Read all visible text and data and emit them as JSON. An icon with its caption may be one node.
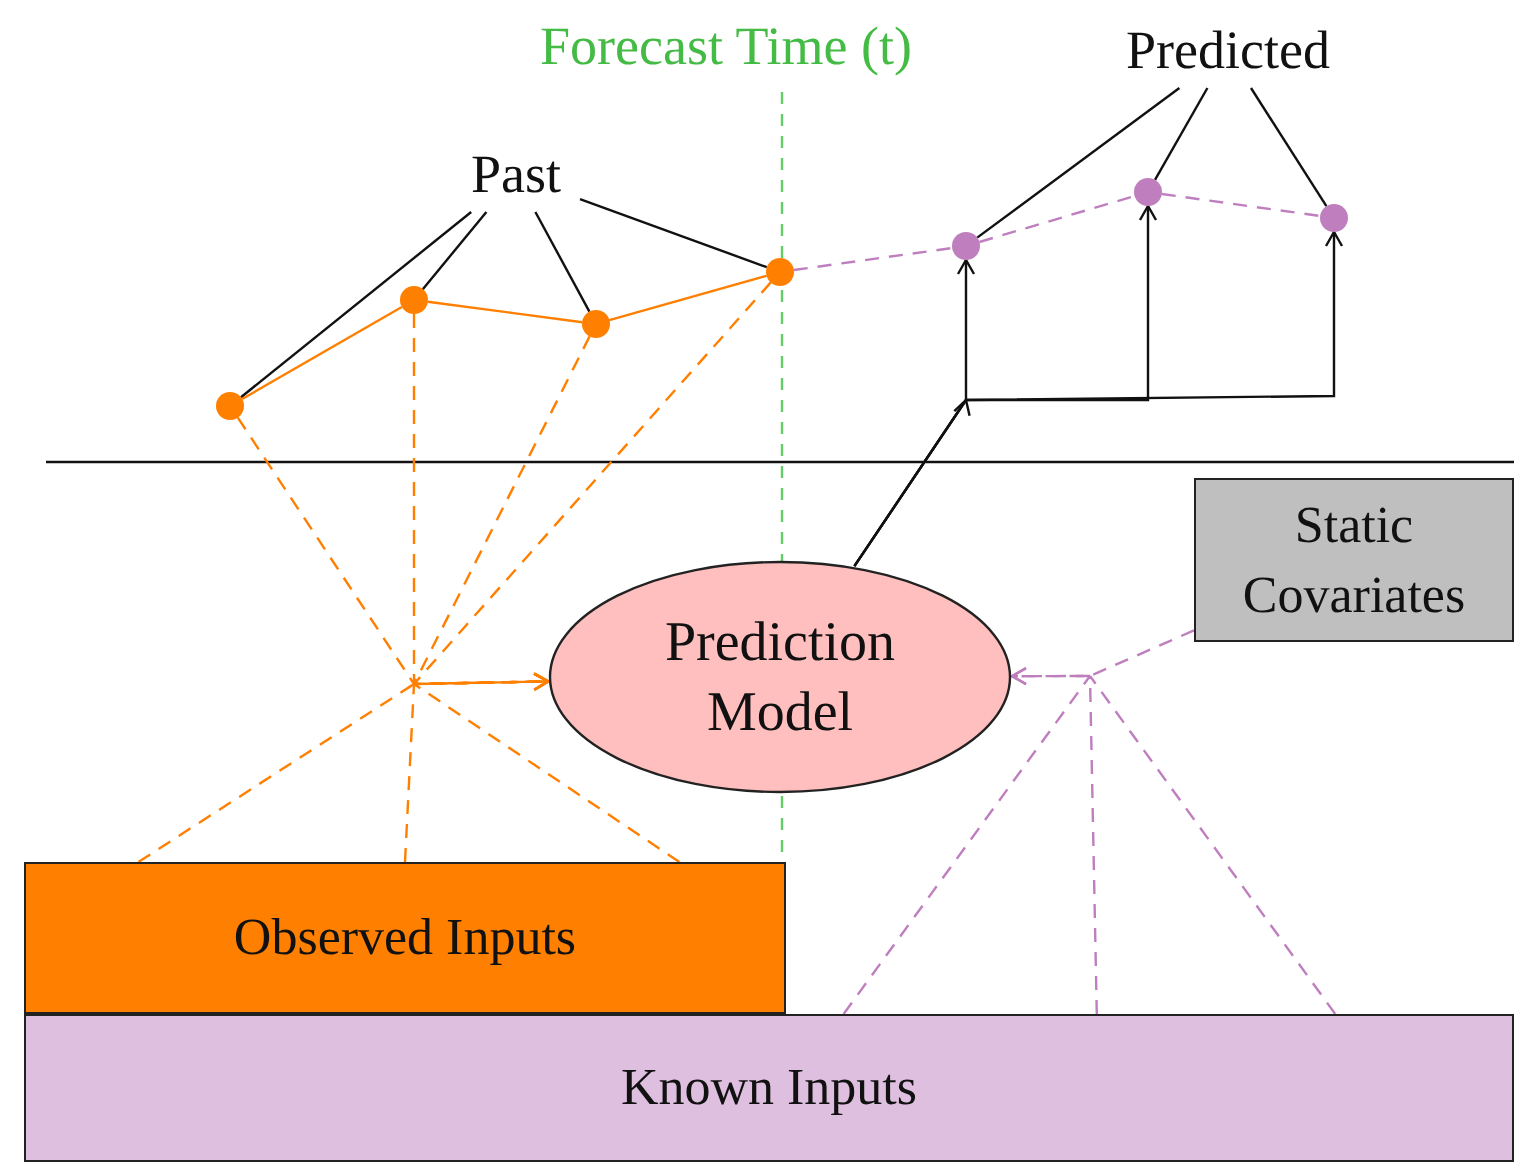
{
  "diagram": {
    "nodes": [
      {
        "text": [
          "Past"
        ]
      },
      {
        "text": [
          "Predicted"
        ]
      },
      {
        "text": [],
        "shape": "circle"
      },
      {
        "text": [],
        "shape": "circle"
      },
      {
        "text": [],
        "shape": "circle"
      },
      {
        "text": [],
        "shape": "circle"
      },
      {
        "text": [],
        "shape": "circle"
      },
      {
        "text": [],
        "shape": "circle"
      },
      {
        "text": [],
        "shape": "circle"
      },
      {
        "text": [
          "Prediction Model"
        ]
      },
      {
        "text": [
          "Static Covariates"
        ]
      },
      {
        "text": [
          "Observed Inputs"
        ]
      },
      {
        "text": [
          "Known Inputs"
        ]
      }
    ],
    "edges": [
      {
        "from": 0,
        "to": 2,
        "arrow": "none"
      },
      {
        "from": 0,
        "to": 3,
        "arrow": "none"
      },
      {
        "from": 0,
        "to": 4,
        "arrow": "none"
      },
      {
        "from": 0,
        "to": 5,
        "arrow": "none"
      },
      {
        "from": 1,
        "to": 6,
        "arrow": "none"
      },
      {
        "from": 1,
        "to": 7,
        "arrow": "none"
      },
      {
        "from": 1,
        "to": 8,
        "arrow": "none"
      },
      {
        "from": 2,
        "to": 3,
        "arrow": "none",
        "color": "#ff7f00"
      },
      {
        "from": 3,
        "to": 4,
        "arrow": "none",
        "color": "#ff7f00"
      },
      {
        "from": 4,
        "to": 5,
        "arrow": "none",
        "color": "#ff7f00"
      },
      {
        "from": 5,
        "to": 6,
        "arrow": "none",
        "style": "dashed",
        "color": "#bf7fbf"
      },
      {
        "from": 6,
        "to": 7,
        "arrow": "none",
        "style": "dashed",
        "color": "#bf7fbf"
      },
      {
        "from": 7,
        "to": 8,
        "arrow": "none",
        "style": "dashed",
        "color": "#bf7fbf"
      },
      {
        "from": 2,
        "to": 9,
        "arrow": "to",
        "style": "dashed",
        "color": "#ff7f00"
      },
      {
        "from": 3,
        "to": 9,
        "arrow": "to",
        "style": "dashed",
        "color": "#ff7f00"
      },
      {
        "from": 4,
        "to": 9,
        "arrow": "to",
        "style": "dashed",
        "color": "#ff7f00"
      },
      {
        "from": 5,
        "to": 9,
        "arrow": "to",
        "style": "dashed",
        "color": "#ff7f00"
      },
      {
        "from": 11,
        "to": 9,
        "arrow": "to",
        "style": "dashed",
        "color": "#ff7f00"
      },
      {
        "from": 10,
        "to": 9,
        "arrow": "to",
        "style": "dashed",
        "color": "#bf7fbf"
      },
      {
        "from": 12,
        "to": 9,
        "arrow": "to",
        "style": "dashed",
        "color": "#bf7fbf"
      },
      {
        "from": 9,
        "to": 6,
        "arrow": "to"
      },
      {
        "from": 9,
        "to": 7,
        "arrow": "to"
      },
      {
        "from": 9,
        "to": 8,
        "arrow": "to"
      }
    ],
    "labels": [
      "Forecast Time (t)"
    ]
  }
}
